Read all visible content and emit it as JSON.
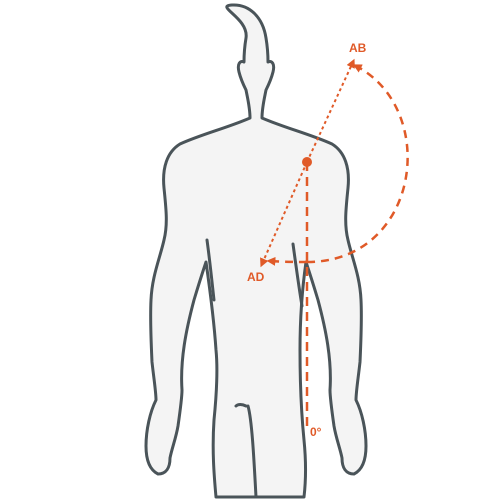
{
  "labels": {
    "abduction": "AB",
    "adduction": "AD",
    "zero": "0°"
  },
  "colors": {
    "accent": "#e05a28",
    "outline": "#4a5459",
    "body_fill": "#f4f4f4",
    "background": "#ffffff"
  }
}
